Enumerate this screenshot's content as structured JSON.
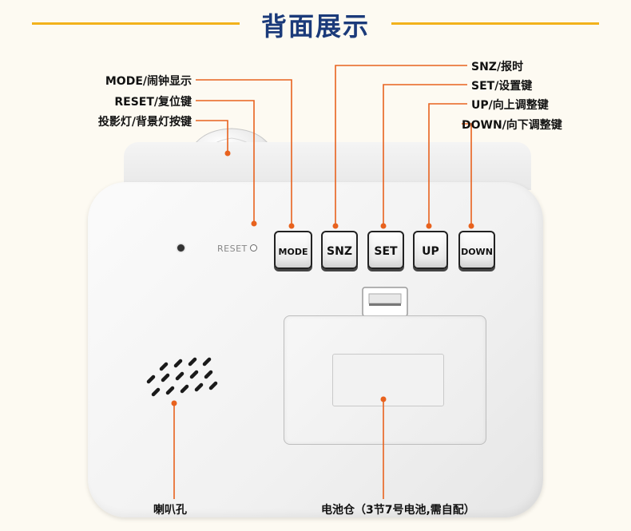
{
  "title": "背面展示",
  "labels": {
    "mode": "MODE/闹钟显示",
    "reset": "RESET/复位键",
    "projector": "投影灯/背景灯按键",
    "snz": "SNZ/报时",
    "set": "SET/设置键",
    "up": "UP/向上调整键",
    "down": "DOWN/向下调整键",
    "speaker": "喇叭孔",
    "battery": "电池仓（3节7号电池,需自配）"
  },
  "device": {
    "reset_text": "RESET",
    "buttons": {
      "mode": "MODE",
      "snz": "SNZ",
      "set": "SET",
      "up": "UP",
      "down": "DOWN"
    }
  },
  "colors": {
    "title_text": "#1b3a7a",
    "title_rule": "#f2b21c",
    "leader_line": "#e8621e"
  }
}
